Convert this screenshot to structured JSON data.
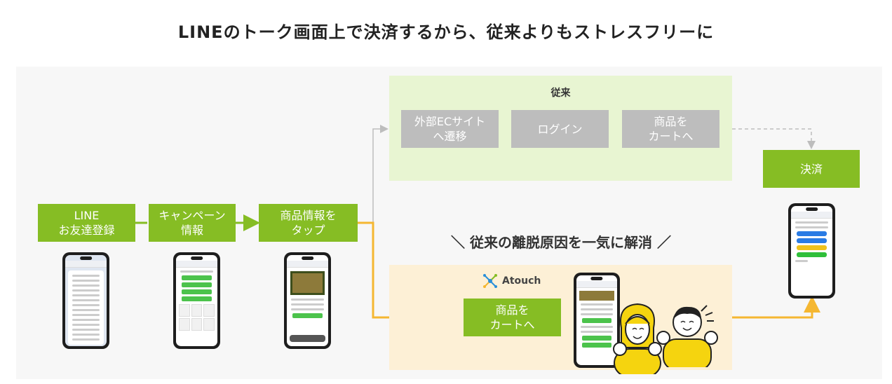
{
  "title": "LINEのトーク画面上で決済するから、従来よりもストレスフリーに",
  "steps": {
    "line_register": "LINE\nお友達登録",
    "campaign_info": "キャンペーン\n情報",
    "tap_product": "商品情報を\nタップ"
  },
  "legacy": {
    "heading": "従来",
    "step1": "外部ECサイト\nへ遷移",
    "step2": "ログイン",
    "step3": "商品を\nカートへ"
  },
  "payment": "決済",
  "slogan": "＼ 従来の離脱原因を一気に解消 ／",
  "atouch": {
    "logo_text": "Atouch",
    "step": "商品を\nカートへ"
  },
  "colors": {
    "green": "#86bd24",
    "gray_box": "#bdbdbd",
    "legacy_bg": "#e8f5d2",
    "atouch_bg": "#fdf0d6",
    "orange_line": "#f5b731",
    "gray_line": "#bdbdbd",
    "panel_bg": "#f7f7f7"
  }
}
